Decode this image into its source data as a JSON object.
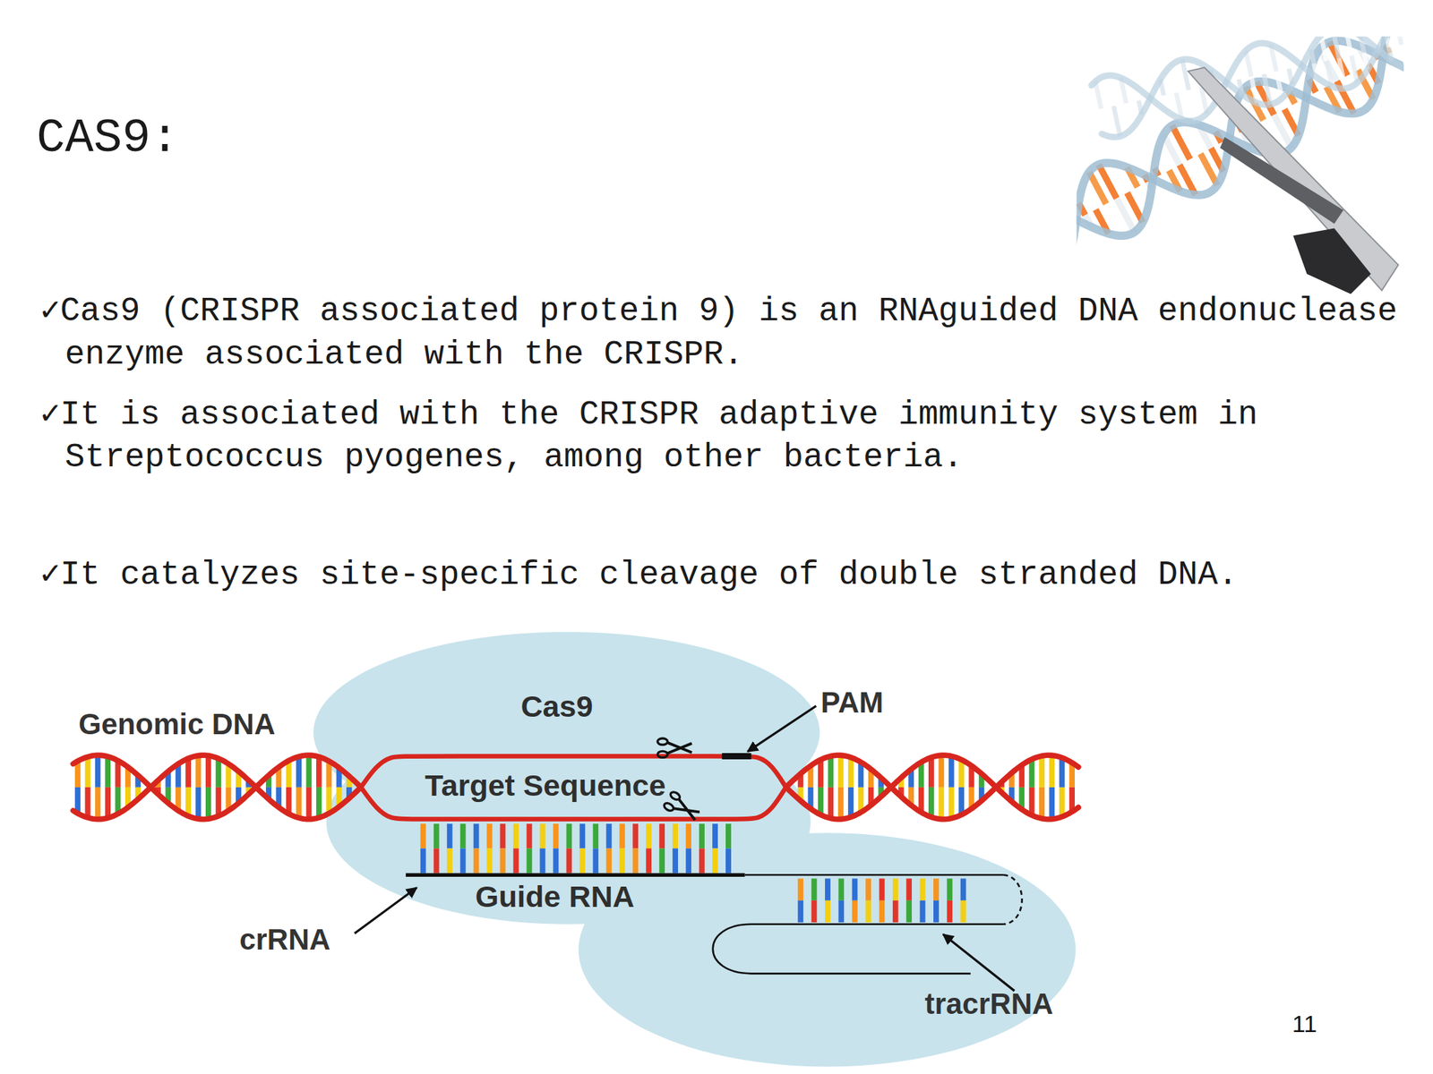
{
  "diagram": {
    "title": "CAS9:",
    "nodes": [
      {
        "text": [
          "Cas9",
          "Target Sequence",
          "Guide RNA"
        ]
      }
    ],
    "labels": [
      "✓Cas9 (CRISPR associated protein 9) is an RNAguided DNA endonuclease enzyme associated with the CRISPR.",
      "✓It is associated with the CRISPR adaptive immunity system in Streptococcus pyogenes, among other bacteria.",
      "✓It catalyzes site-specific cleavage of double stranded DNA.",
      "Genomic DNA",
      "PAM",
      "crRNA",
      "tracrRNA",
      "11"
    ]
  }
}
